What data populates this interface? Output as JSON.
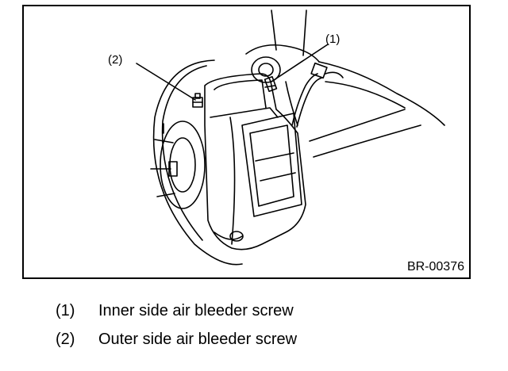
{
  "figure": {
    "callouts": [
      {
        "id": "1",
        "label": "(1)"
      },
      {
        "id": "2",
        "label": "(2)"
      }
    ],
    "code": "BR-00376"
  },
  "legend": [
    {
      "number": "(1)",
      "text": "Inner side air bleeder screw"
    },
    {
      "number": "(2)",
      "text": "Outer side air bleeder screw"
    }
  ]
}
